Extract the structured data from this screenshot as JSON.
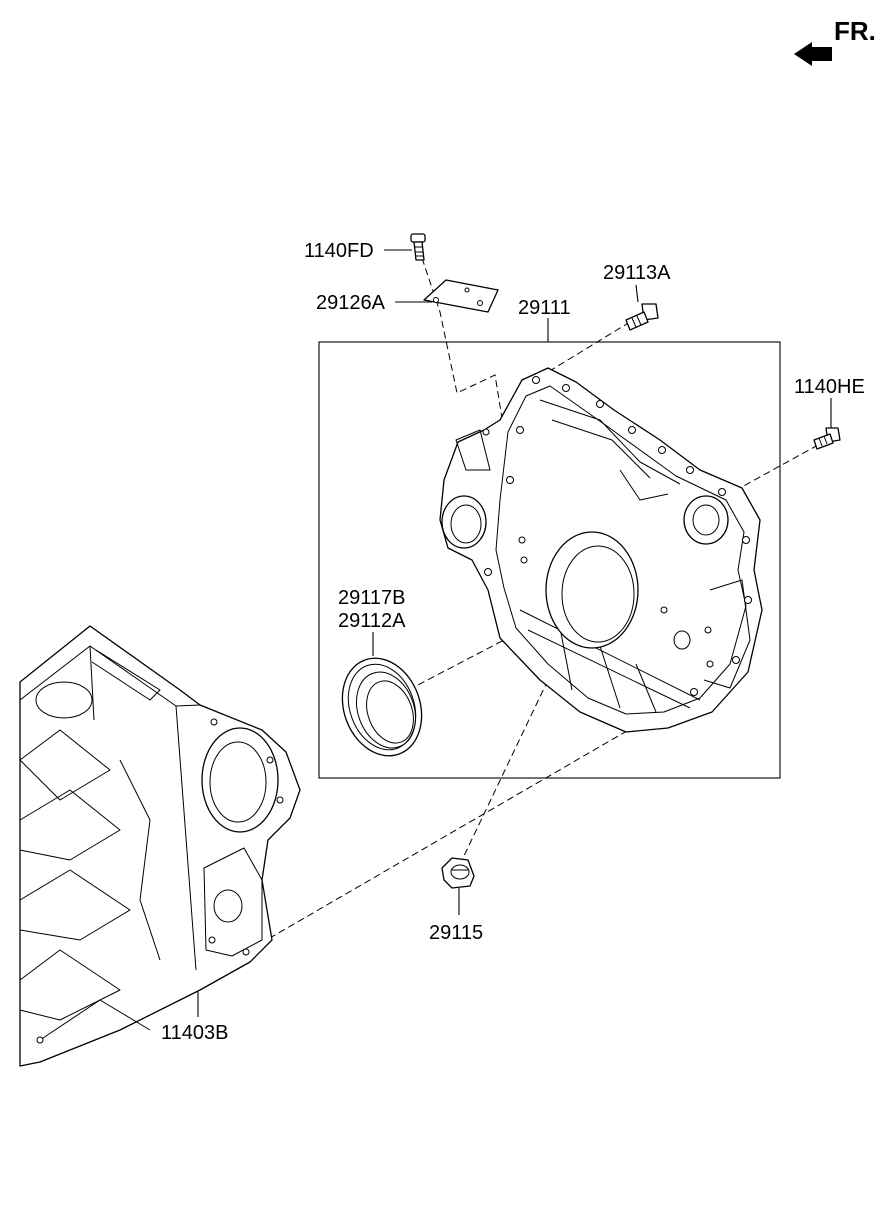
{
  "orientation": {
    "label": "FR."
  },
  "parts": {
    "p_1140FD": "1140FD",
    "p_29126A": "29126A",
    "p_29113A": "29113A",
    "p_29111": "29111",
    "p_1140HE": "1140HE",
    "p_29117B": "29117B",
    "p_29112A": "29112A",
    "p_29115": "29115",
    "p_11403B": "11403B"
  }
}
